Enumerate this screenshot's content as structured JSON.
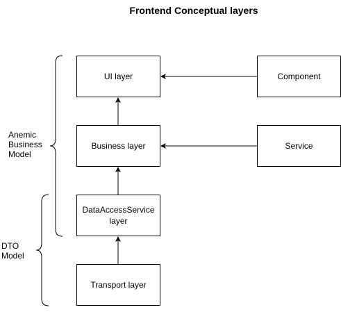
{
  "diagram": {
    "title": "Frontend Conceptual layers",
    "nodes": {
      "ui_layer": "UI layer",
      "business_layer": "Business layer",
      "data_access_layer": "DataAccessService layer",
      "transport_layer": "Transport layer",
      "component": "Component",
      "service": "Service"
    },
    "groups": {
      "anemic_business_model": [
        "Anemic",
        "Business",
        "Model"
      ],
      "dto_model": [
        "DTO",
        "Model"
      ]
    },
    "edges": [
      {
        "from": "Component",
        "to": "UI layer"
      },
      {
        "from": "Service",
        "to": "Business layer"
      },
      {
        "from": "Business layer",
        "to": "UI layer"
      },
      {
        "from": "DataAccessService layer",
        "to": "Business layer"
      },
      {
        "from": "Transport layer",
        "to": "DataAccessService layer"
      }
    ],
    "colors": {
      "stroke": "#000000",
      "fill": "#ffffff"
    }
  }
}
